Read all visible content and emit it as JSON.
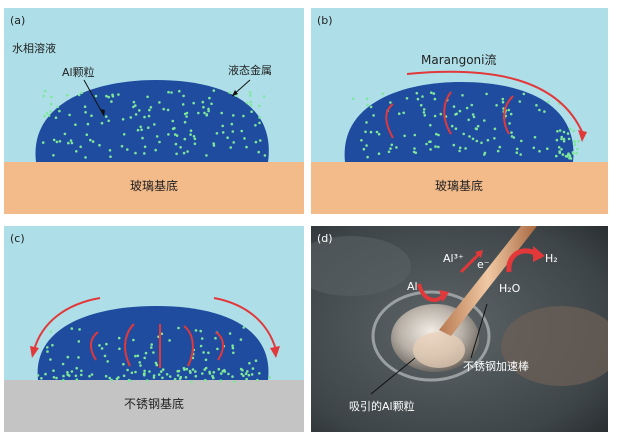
{
  "colors": {
    "liquid": "#aedfe8",
    "metal": "#1f4c9e",
    "particle": "#7fe79a",
    "glass": "#f3bb8a",
    "steel": "#c4c4c4",
    "flow_arrow": "#e2383a",
    "photo_bg": "#3e4548",
    "label_dark": "#222222",
    "label_light": "#ffffff"
  },
  "panels": {
    "a": {
      "tag": "(a)",
      "solution_label": "水相溶液",
      "particle_label": "Al颗粒",
      "metal_label": "液态金属",
      "substrate_label": "玻璃基底"
    },
    "b": {
      "tag": "(b)",
      "flow_label": "Marangoni流",
      "substrate_label": "玻璃基底"
    },
    "c": {
      "tag": "(c)",
      "substrate_label": "不锈钢基底"
    },
    "d": {
      "tag": "(d)",
      "al_label": "Al",
      "al_ion_label": "Al³⁺",
      "electron_label": "e⁻",
      "water_label": "H₂O",
      "hydrogen_label": "H₂",
      "rod_label": "不锈钢加速棒",
      "particles_label": "吸引的Al颗粒"
    }
  }
}
